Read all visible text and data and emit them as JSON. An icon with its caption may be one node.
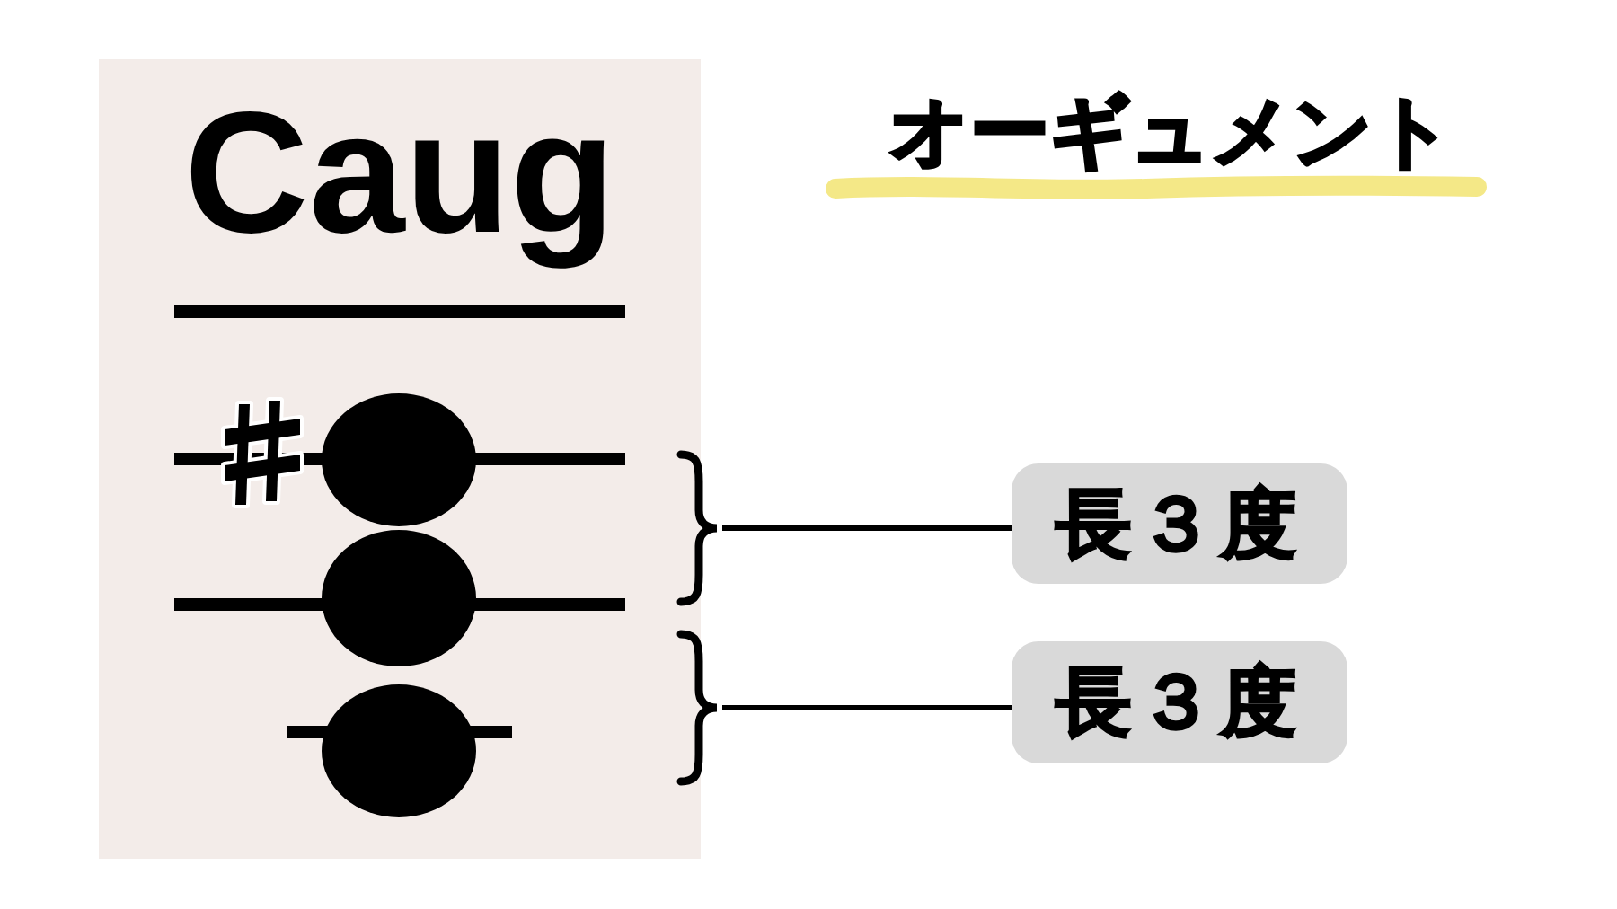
{
  "diagram": {
    "title": "オーギュメント",
    "nodes": [
      {
        "text": [
          "Caug"
        ]
      },
      {
        "text": [],
        "shape": "brace"
      },
      {
        "text": [
          "長３度"
        ]
      },
      {
        "text": [],
        "shape": "brace"
      },
      {
        "text": [
          "長３度"
        ]
      }
    ],
    "edges": [
      {
        "from": 2,
        "to": 1,
        "arrow": "none"
      },
      {
        "from": 4,
        "to": 3,
        "arrow": "none"
      }
    ]
  }
}
